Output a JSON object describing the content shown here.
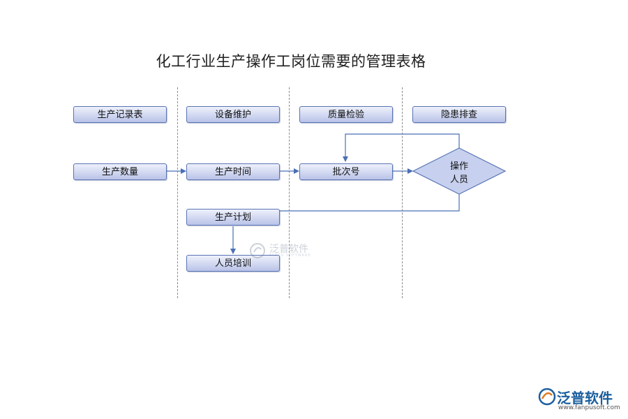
{
  "title": "化工行业生产操作工岗位需要的管理表格",
  "headers": [
    "生产记录表",
    "设备维护",
    "质量检验",
    "隐患排查"
  ],
  "nodes": {
    "shengchan_shuliang": "生产数量",
    "shengchan_shijian": "生产时间",
    "pici_hao": "批次号",
    "caozuo_renyuan": [
      "操作",
      "人员"
    ],
    "shengchan_jihua": "生产计划",
    "renyuan_peixun": "人员培训"
  },
  "watermark": {
    "text": "泛普软件",
    "sub": "FANPU SOFTWARE"
  },
  "logo": {
    "text": "泛普软件",
    "url": "www.fanpusoft.com"
  },
  "colors": {
    "box_border": "#5873b3",
    "box_fill_top": "#eef1fb",
    "box_fill_bottom": "#b9c3e8",
    "connector": "#4a6fb5",
    "lane_divider": "#8a8a8a"
  }
}
